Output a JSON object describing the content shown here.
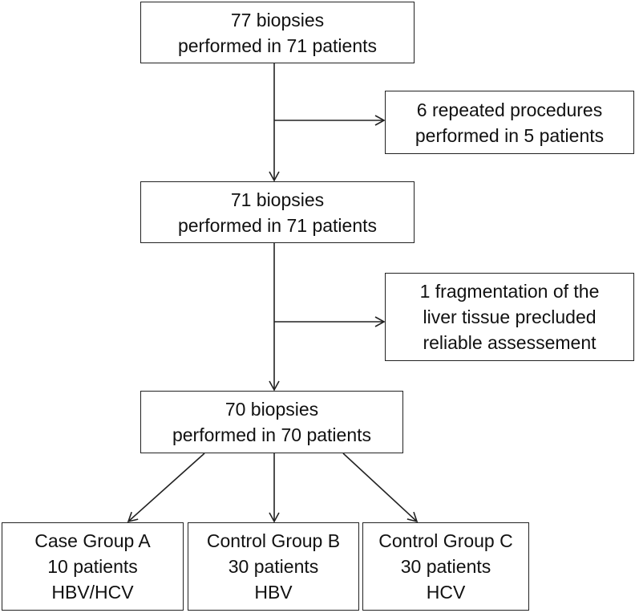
{
  "nodes": {
    "start": [
      "77 biopsies",
      "performed in 71 patients"
    ],
    "excluded_repeat": [
      "6 repeated procedures",
      "performed in 5 patients"
    ],
    "after_repeat": [
      "71 biopsies",
      "performed in 71 patients"
    ],
    "excluded_fragment": [
      "1 fragmentation of the",
      "liver tissue precluded",
      "reliable assessement"
    ],
    "final": [
      "70 biopsies",
      "performed in 70 patients"
    ],
    "group_a": [
      "Case Group A",
      "10 patients",
      "HBV/HCV"
    ],
    "group_b": [
      "Control Group B",
      "30 patients",
      "HBV"
    ],
    "group_c": [
      "Control Group C",
      "30 patients",
      "HCV"
    ]
  },
  "colors": {
    "line": "#222222",
    "box_border": "#222222",
    "background": "#ffffff"
  }
}
